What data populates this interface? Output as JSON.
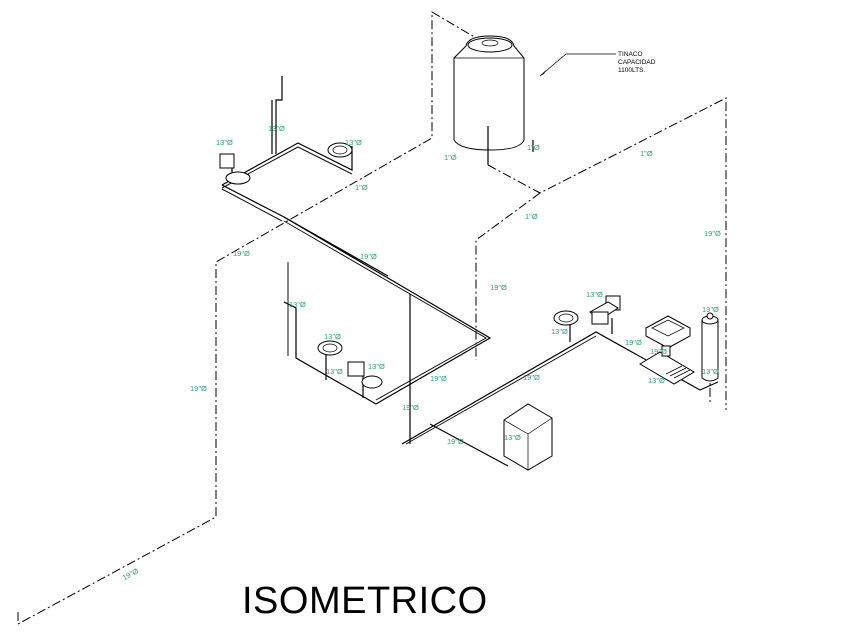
{
  "title": "ISOMETRICO",
  "tank_note": [
    "TINACO",
    "CAPACIDAD",
    "1100LTS."
  ],
  "pipe_labels": [
    {
      "id": "lbl-13a",
      "text": "13\"Ø"
    },
    {
      "id": "lbl-13b",
      "text": "13\"Ø"
    },
    {
      "id": "lbl-13c",
      "text": "13\"Ø"
    },
    {
      "id": "lbl-1a",
      "text": "1\"Ø"
    },
    {
      "id": "lbl-1b",
      "text": "1\"Ø"
    },
    {
      "id": "lbl-1c",
      "text": "1\"Ø"
    },
    {
      "id": "lbl-1d",
      "text": "1\"Ø"
    },
    {
      "id": "lbl-1e",
      "text": "1\"Ø"
    },
    {
      "id": "lbl-19a",
      "text": "19\"Ø"
    },
    {
      "id": "lbl-19b",
      "text": "19\"Ø"
    },
    {
      "id": "lbl-19c",
      "text": "19\"Ø"
    },
    {
      "id": "lbl-19d",
      "text": "19\"Ø"
    },
    {
      "id": "lbl-13d",
      "text": "13\"Ø"
    },
    {
      "id": "lbl-13e",
      "text": "13\"Ø"
    },
    {
      "id": "lbl-13f",
      "text": "13\"Ø"
    },
    {
      "id": "lbl-13g",
      "text": "13\"Ø"
    },
    {
      "id": "lbl-19e",
      "text": "19\"Ø"
    },
    {
      "id": "lbl-19f",
      "text": "19\"Ø"
    },
    {
      "id": "lbl-19g",
      "text": "19\"Ø"
    },
    {
      "id": "lbl-19h",
      "text": "19\"Ø"
    },
    {
      "id": "lbl-19i",
      "text": "19\"Ø"
    },
    {
      "id": "lbl-19j",
      "text": "19\"Ø"
    },
    {
      "id": "lbl-19k",
      "text": "19\"Ø"
    },
    {
      "id": "lbl-13h",
      "text": "13\"Ø"
    },
    {
      "id": "lbl-13i",
      "text": "13\"Ø"
    },
    {
      "id": "lbl-13j",
      "text": "13\"Ø"
    },
    {
      "id": "lbl-13k",
      "text": "13\"Ø"
    },
    {
      "id": "lbl-13l",
      "text": "13\"Ø"
    },
    {
      "id": "lbl-13m",
      "text": "13\"Ø"
    },
    {
      "id": "lbl-19l",
      "text": "19\"Ø"
    }
  ]
}
